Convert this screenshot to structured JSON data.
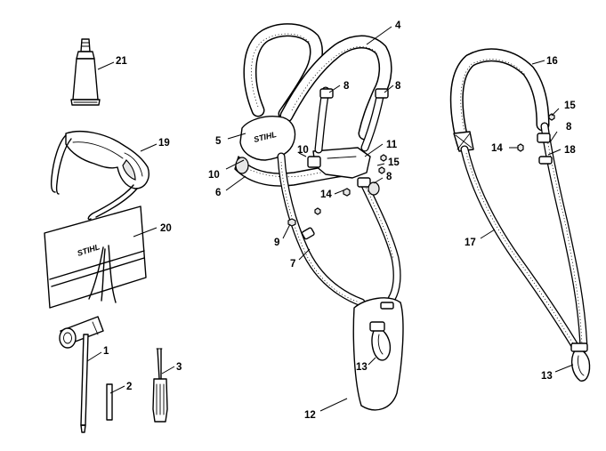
{
  "brand_text": "STIHL",
  "callouts": [
    {
      "id": "c21",
      "label": "21"
    },
    {
      "id": "c19",
      "label": "19"
    },
    {
      "id": "c20",
      "label": "20"
    },
    {
      "id": "c1",
      "label": "1"
    },
    {
      "id": "c2",
      "label": "2"
    },
    {
      "id": "c3",
      "label": "3"
    },
    {
      "id": "c4",
      "label": "4"
    },
    {
      "id": "c5",
      "label": "5"
    },
    {
      "id": "c6",
      "label": "6"
    },
    {
      "id": "c7",
      "label": "7"
    },
    {
      "id": "c8a",
      "label": "8"
    },
    {
      "id": "c8b",
      "label": "8"
    },
    {
      "id": "c8c",
      "label": "8"
    },
    {
      "id": "c8d",
      "label": "8"
    },
    {
      "id": "c9",
      "label": "9"
    },
    {
      "id": "c10a",
      "label": "10"
    },
    {
      "id": "c10b",
      "label": "10"
    },
    {
      "id": "c11",
      "label": "11"
    },
    {
      "id": "c12",
      "label": "12"
    },
    {
      "id": "c13a",
      "label": "13"
    },
    {
      "id": "c13b",
      "label": "13"
    },
    {
      "id": "c14a",
      "label": "14"
    },
    {
      "id": "c14b",
      "label": "14"
    },
    {
      "id": "c15a",
      "label": "15"
    },
    {
      "id": "c15b",
      "label": "15"
    },
    {
      "id": "c16",
      "label": "16"
    },
    {
      "id": "c17",
      "label": "17"
    },
    {
      "id": "c18",
      "label": "18"
    }
  ]
}
